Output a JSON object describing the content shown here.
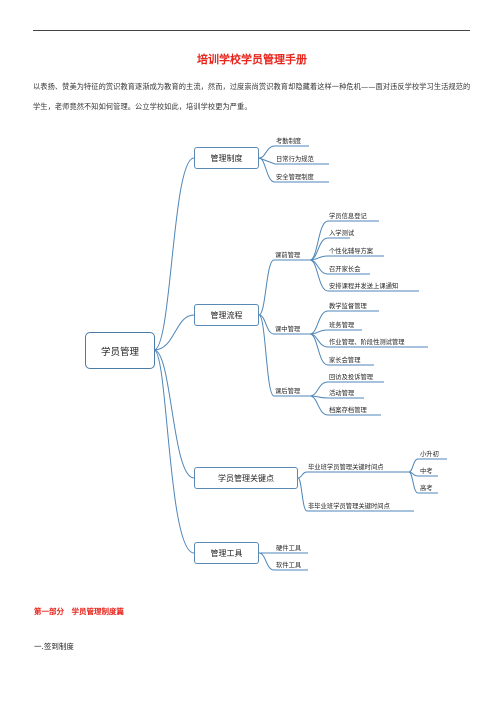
{
  "document": {
    "title": "培训学校学员管理手册",
    "intro": "以表扬、赞美为特征的赏识教育逐渐成为教育的主流，然而，过度崇尚赏识教育却隐藏着这样一种危机——面对违反学校学习生活规范的学生，老师竟然不知如何管理。公立学校如此，培训学校更为严重。",
    "part_heading": "第一部分　学员管理制度篇",
    "section_heading": "一.签到制度"
  },
  "mindmap": {
    "root": "学员管理",
    "branches": [
      {
        "label": "管理制度",
        "leaves": [
          "考勤制度",
          "日常行为规范",
          "安全管理制度"
        ]
      },
      {
        "label": "管理流程",
        "groups": [
          {
            "label": "课前管理",
            "leaves": [
              "学员信息登记",
              "入学测试",
              "个性化辅导方案",
              "召开家长会",
              "安排课程并发送上课通知"
            ]
          },
          {
            "label": "课中管理",
            "leaves": [
              "教学监督管理",
              "班务管理",
              "作业管理、阶段性测试管理",
              "家长会管理"
            ]
          },
          {
            "label": "课后管理",
            "leaves": [
              "回访及投诉管理",
              "活动管理",
              "档案存档管理"
            ]
          }
        ]
      },
      {
        "label": "学员管理关键点",
        "groups": [
          {
            "label": "毕业班学员管理关键时间点",
            "leaves": [
              "小升初",
              "中考",
              "高考"
            ]
          },
          {
            "label": "非毕业班学员管理关键时间点",
            "leaves": []
          }
        ]
      },
      {
        "label": "管理工具",
        "leaves": [
          "硬件工具",
          "软件工具"
        ]
      }
    ]
  },
  "colors": {
    "accent_red": "#e8251d",
    "line_blue": "#4f86b8"
  }
}
